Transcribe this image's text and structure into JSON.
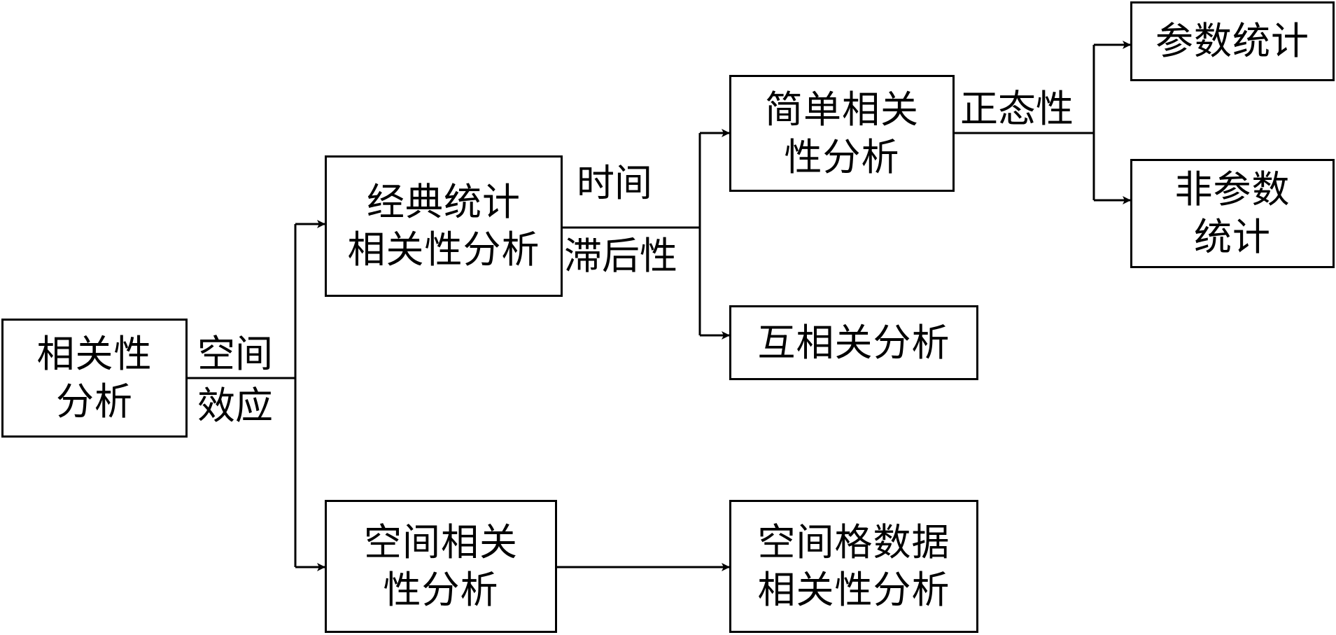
{
  "nodes": {
    "root": {
      "line1": "相关性",
      "line2": "分析"
    },
    "classic": {
      "line1": "经典统计",
      "line2": "相关性分析"
    },
    "spatial": {
      "line1": "空间相关",
      "line2": "性分析"
    },
    "simple": {
      "line1": "简单相关",
      "line2": "性分析"
    },
    "cross": {
      "line1": "互相关分析"
    },
    "grid": {
      "line1": "空间格数据",
      "line2": "相关性分析"
    },
    "param": {
      "line1": "参数统计"
    },
    "nonparam": {
      "line1": "非参数",
      "line2": "统计"
    }
  },
  "edge_labels": {
    "spatial_effect_top": "空间",
    "spatial_effect_bottom": "效应",
    "time_lag_top": "时间",
    "time_lag_bottom": "滞后性",
    "normality": "正态性"
  },
  "colors": {
    "line": "#000000",
    "background": "#ffffff"
  }
}
